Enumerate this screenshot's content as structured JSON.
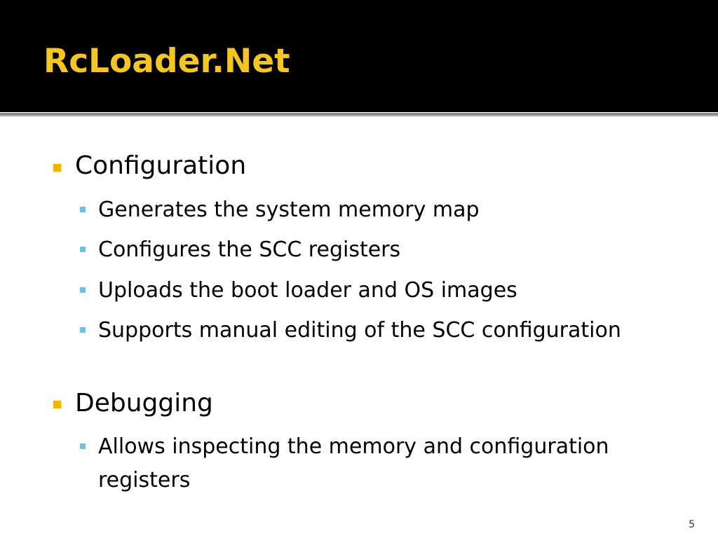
{
  "slide": {
    "title": "RcLoader.Net",
    "page_number": "5",
    "colors": {
      "title_bar": "#000000",
      "title_text": "#f5c61e",
      "level1_bullet": "#f0b400",
      "level2_bullet": "#6fc1e4"
    }
  },
  "sections": [
    {
      "heading": "Configuration",
      "items": [
        "Generates the system memory map",
        "Configures the SCC registers",
        "Uploads the boot loader and OS images",
        "Supports manual editing of the SCC configuration"
      ]
    },
    {
      "heading": "Debugging",
      "items": [
        "Allows inspecting the memory and configuration registers"
      ]
    }
  ]
}
